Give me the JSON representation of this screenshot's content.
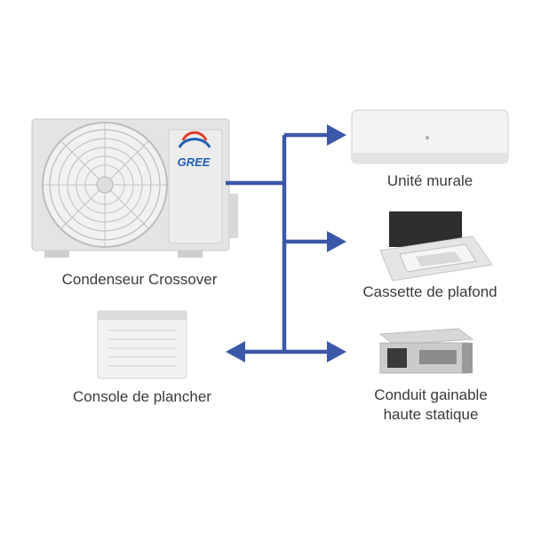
{
  "brand": {
    "logo_text": "GREE",
    "logo_color": "#1f5fb4",
    "logo_accent": "#e23b2e"
  },
  "colors": {
    "arrow": "#3b58a8",
    "unit_body": "#e9e9e9",
    "unit_shadow": "#c9c9c9",
    "label_text": "#3a3a3a"
  },
  "nodes": {
    "condenser": {
      "label": "Condenseur Crossover",
      "icon": "outdoor-condenser-icon"
    },
    "wall_unit": {
      "label": "Unité murale",
      "icon": "wall-mounted-unit-icon"
    },
    "cassette": {
      "label": "Cassette de plafond",
      "icon": "ceiling-cassette-icon"
    },
    "floor_console": {
      "label": "Console de plancher",
      "icon": "floor-console-icon"
    },
    "ducted": {
      "line1": "Conduit gainable",
      "line2": "haute statique",
      "icon": "ducted-unit-icon"
    }
  }
}
